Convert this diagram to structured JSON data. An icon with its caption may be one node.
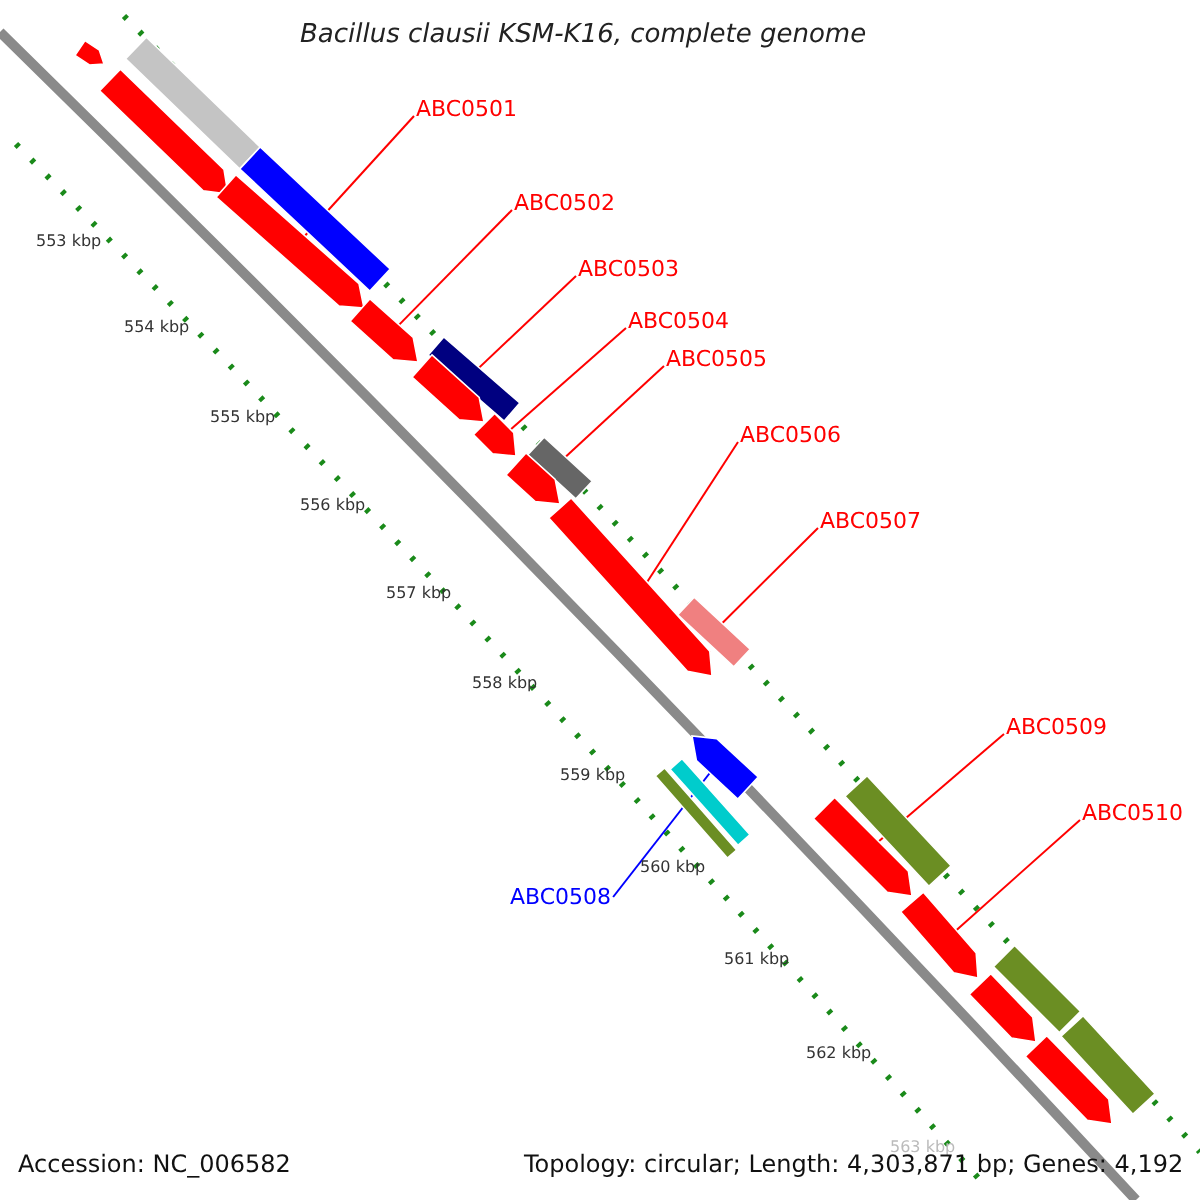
{
  "diagram": {
    "title": "Bacillus clausii KSM-K16, complete genome",
    "nodes": [
      {
        "text": [
          "ABC0501"
        ]
      },
      {
        "text": [
          "ABC0502"
        ]
      },
      {
        "text": [
          "ABC0503"
        ]
      },
      {
        "text": [
          "ABC0504"
        ]
      },
      {
        "text": [
          "ABC0505"
        ]
      },
      {
        "text": [
          "ABC0506"
        ]
      },
      {
        "text": [
          "ABC0507"
        ]
      },
      {
        "text": [
          "ABC0509"
        ]
      },
      {
        "text": [
          "ABC0510"
        ]
      },
      {
        "text": [
          "ABC0508"
        ]
      },
      {
        "text": [],
        "shape": "arrow"
      },
      {
        "text": [],
        "shape": "bar"
      },
      {
        "text": [],
        "shape": "arrow"
      },
      {
        "text": [],
        "shape": "bar"
      },
      {
        "text": [],
        "shape": "arrow"
      },
      {
        "text": [],
        "shape": "arrow"
      },
      {
        "text": [],
        "shape": "bar"
      },
      {
        "text": [],
        "shape": "arrow"
      },
      {
        "text": [],
        "shape": "arrow"
      },
      {
        "text": [],
        "shape": "bar"
      },
      {
        "text": [],
        "shape": "arrow"
      },
      {
        "text": [],
        "shape": "arrow"
      },
      {
        "text": [],
        "shape": "bar"
      },
      {
        "text": [],
        "shape": "arrow"
      },
      {
        "text": [],
        "shape": "bar"
      },
      {
        "text": [],
        "shape": "bar"
      },
      {
        "text": [],
        "shape": "bar"
      },
      {
        "text": [],
        "shape": "arrow"
      },
      {
        "text": [],
        "shape": "arrow"
      },
      {
        "text": [],
        "shape": "bar"
      },
      {
        "text": [],
        "shape": "arrow"
      },
      {
        "text": [],
        "shape": "bar"
      },
      {
        "text": [],
        "shape": "arrow"
      }
    ],
    "edges": [
      {
        "from": 0,
        "to": 14,
        "arrow": "none"
      },
      {
        "from": 1,
        "to": 15,
        "arrow": "none"
      },
      {
        "from": 2,
        "to": 17,
        "arrow": "none"
      },
      {
        "from": 3,
        "to": 18,
        "arrow": "none"
      },
      {
        "from": 4,
        "to": 20,
        "arrow": "none"
      },
      {
        "from": 5,
        "to": 21,
        "arrow": "none"
      },
      {
        "from": 6,
        "to": 22,
        "arrow": "none"
      },
      {
        "from": 7,
        "to": 27,
        "arrow": "none"
      },
      {
        "from": 8,
        "to": 28,
        "arrow": "none"
      },
      {
        "from": 9,
        "to": 23,
        "arrow": "none",
        "color": "#0000ff"
      }
    ],
    "labels": [
      "553 kbp",
      "554 kbp",
      "555 kbp",
      "556 kbp",
      "557 kbp",
      "558 kbp",
      "559 kbp",
      "560 kbp",
      "561 kbp",
      "562 kbp",
      "563 kbp",
      "Accession: NC_006582",
      "Topology: circular; Length: 4,303,871 bp; Genes: 4,192"
    ]
  }
}
